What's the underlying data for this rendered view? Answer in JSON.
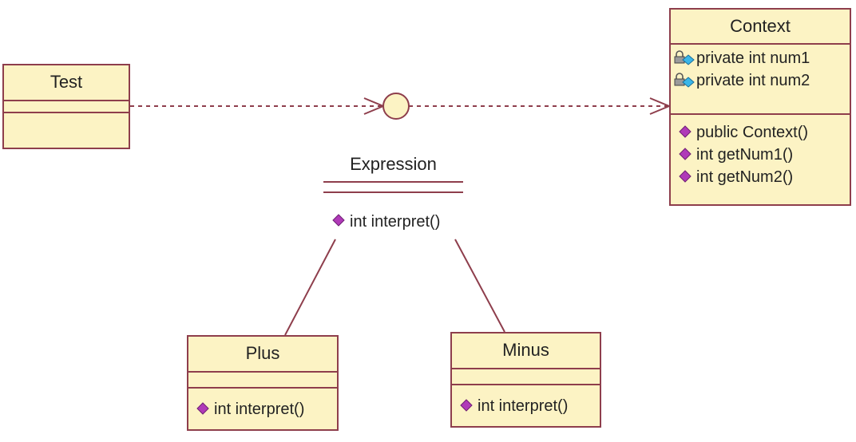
{
  "diagram": {
    "test": {
      "name": "Test"
    },
    "context": {
      "name": "Context",
      "attributes": [
        "private int num1",
        "private int num2"
      ],
      "operations": [
        "public Context()",
        "int getNum1()",
        "int getNum2()"
      ]
    },
    "expression": {
      "name": "Expression",
      "operations": [
        "int interpret()"
      ]
    },
    "plus": {
      "name": "Plus",
      "operations": [
        "int interpret()"
      ]
    },
    "minus": {
      "name": "Minus",
      "operations": [
        "int interpret()"
      ]
    }
  },
  "colors": {
    "class_fill": "#fcf3c4",
    "class_border": "#8e3e4c",
    "link": "#8e3e4c",
    "method_icon": "#b03ab8",
    "attribute_icon": "#3ab6e8"
  },
  "icons": {
    "attribute": "locked-field-icon",
    "operation": "public-method-icon"
  }
}
